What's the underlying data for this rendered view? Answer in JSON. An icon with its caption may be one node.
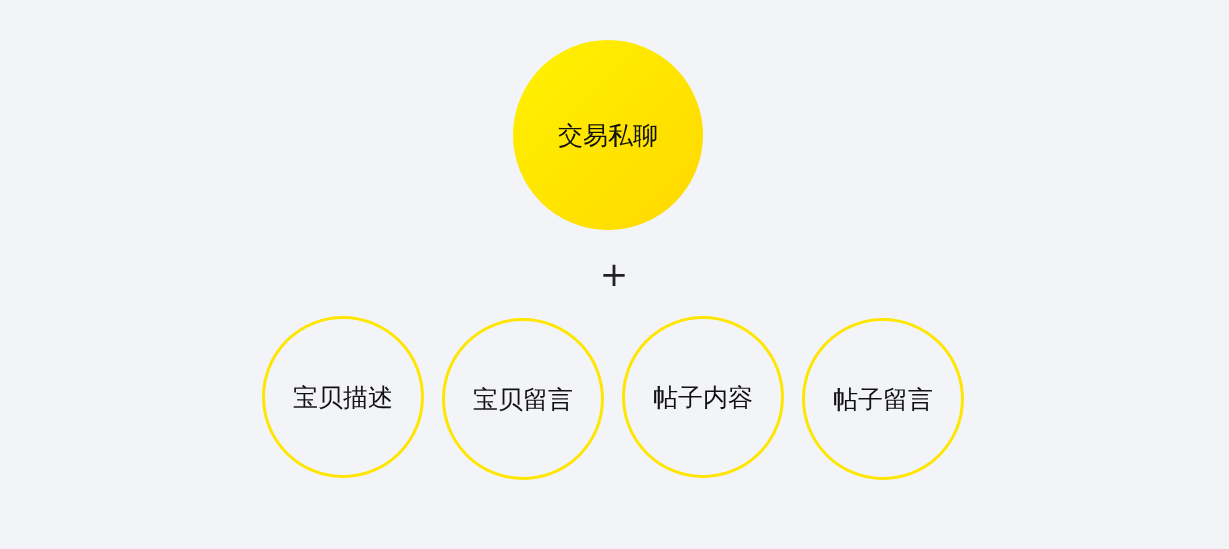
{
  "diagram": {
    "nodes": [
      {
        "text": [
          "交易私聊"
        ]
      },
      {
        "text": [
          "宝贝描述"
        ]
      },
      {
        "text": [
          "宝贝留言"
        ]
      },
      {
        "text": [
          "帖子内容"
        ]
      },
      {
        "text": [
          "帖子留言"
        ]
      }
    ],
    "labels": [
      "+"
    ]
  }
}
